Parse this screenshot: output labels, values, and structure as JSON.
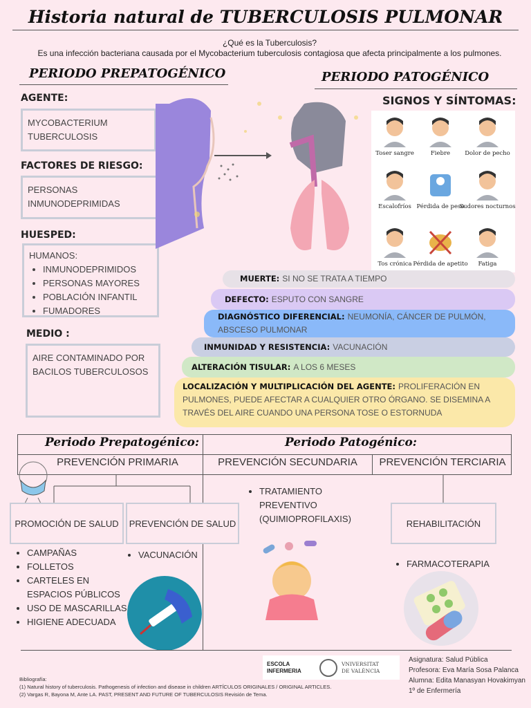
{
  "title": "Historia natural de TUBERCULOSIS PULMONAR",
  "intro": {
    "question": "¿Qué es la Tuberculosis?",
    "answer": "Es una infección bacteriana causada por el Mycobacterium tuberculosis contagiosa que afecta principalmente a los pulmones."
  },
  "prepatogenic": {
    "heading": "PERIODO PREPATOGÉNICO",
    "agente": {
      "label": "AGENTE:",
      "value": "MYCOBACTERIUM TUBERCULOSIS"
    },
    "factores": {
      "label": "FACTORES DE RIESGO:",
      "value": "PERSONAS INMUNODEPRIMIDAS"
    },
    "huesped": {
      "label": "HUESPED:",
      "intro": "HUMANOS:",
      "items": [
        "INMUNODEPRIMIDOS",
        "PERSONAS MAYORES",
        "POBLACIÓN INFANTIL",
        "FUMADORES"
      ]
    },
    "medio": {
      "label": "MEDIO :",
      "value": "AIRE CONTAMINADO POR BACILOS TUBERCULOSOS"
    }
  },
  "patogenic": {
    "heading": "PERIODO PATOGÉNICO",
    "signs_label": "SIGNOS Y SÍNTOMAS:",
    "symptoms": [
      "Toser sangre",
      "Fiebre",
      "Dolor de pecho",
      "Escalofríos",
      "Pérdida de peso",
      "Sudores nocturnos",
      "Tos crónica",
      "Pérdida de apetito",
      "Fatiga"
    ],
    "stages": [
      {
        "label": "MUERTE:",
        "text": "SI NO SE TRATA A TIEMPO",
        "color": "#e7e1e7"
      },
      {
        "label": "DEFECTO:",
        "text": "ESPUTO CON SANGRE",
        "color": "#dac9f4"
      },
      {
        "label": "DIAGNÓSTICO DIFERENCIAL:",
        "text": "NEUMONÍA, CÁNCER DE PULMÓN, ABSCESO PULMONAR",
        "color": "#8ab9f9"
      },
      {
        "label": "INMUNIDAD Y RESISTENCIA:",
        "text": "VACUNACIÓN",
        "color": "#c9cfe3"
      },
      {
        "label": "ALTERACIÓN TISULAR:",
        "text": "A LOS 6 MESES",
        "color": "#d0e8c6"
      },
      {
        "label": "LOCALIZACIÓN Y MULTIPLICACIÓN DEL AGENTE:",
        "text": "PROLIFERACIÓN EN PULMONES, PUEDE AFECTAR A CUALQUIER OTRO ÓRGANO. SE DISEMINA A TRAVÉS DEL AIRE CUANDO UNA PERSONA TOSE O ESTORNUDA",
        "color": "#fbe8a9"
      }
    ]
  },
  "prevention": {
    "prepat_header": "Periodo Prepatogénico:",
    "pat_header": "Periodo Patogénico:",
    "primaria": "PREVENCIÓN PRIMARIA",
    "secundaria": "PREVENCIÓN SECUNDARIA",
    "terciaria": "PREVENCIÓN TERCIARIA",
    "promocion": {
      "label": "PROMOCIÓN DE SALUD",
      "items": [
        "CAMPAÑAS",
        "FOLLETOS",
        "CARTELES EN ESPACIOS PÚBLICOS",
        "USO DE MASCARILLAS",
        "HIGIENE ADECUADA"
      ]
    },
    "prevencion": {
      "label": "PREVENCIÓN DE SALUD",
      "items": [
        "VACUNACIÓN"
      ]
    },
    "secundaria_items": [
      "TRATAMIENTO PREVENTIVO (QUIMIOPROFILAXIS)"
    ],
    "rehabilitacion": {
      "label": "REHABILITACIÓN",
      "items": [
        "FARMACOTERAPIA"
      ]
    }
  },
  "logos": {
    "escola": "ESCOLA INFERMERIA",
    "universitat": "VNIVERSITAT DE VALÈNCIA"
  },
  "credits": [
    "Asignatura: Salud Pública",
    "Profesora:  Eva María Sosa Palanca",
    "Alumna: Edita Manasyan Hovakimyan",
    "1º de Enfermería"
  ],
  "bibliography": {
    "label": "Bibliografía:",
    "items": [
      "(1) Natural history of tuberculosis. Pathogenesis of infection and disease in children ARTÍCULOS ORIGINALES / ORIGINAL ARTICLES.",
      "(2) Vargas R, Bayona M, Ante LA. PAST, PRESENT AND FUTURE OF TUBERCULOSIS Revisión de Tema."
    ]
  }
}
